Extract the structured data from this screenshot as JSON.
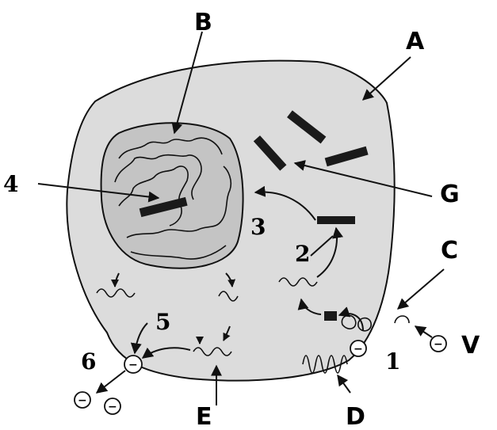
{
  "labels": {
    "A": "A",
    "B": "B",
    "C": "C",
    "D": "D",
    "E": "E",
    "G": "G",
    "V": "V",
    "n1": "1",
    "n2": "2",
    "n3": "3",
    "n4": "4",
    "n5": "5",
    "n6": "6"
  },
  "ion_symbol": "−",
  "colors": {
    "cytoplasm": "#dcdcdc",
    "nucleus": "#c4c4c4",
    "outline": "#111111",
    "dark_bar": "#1a1a1a"
  }
}
